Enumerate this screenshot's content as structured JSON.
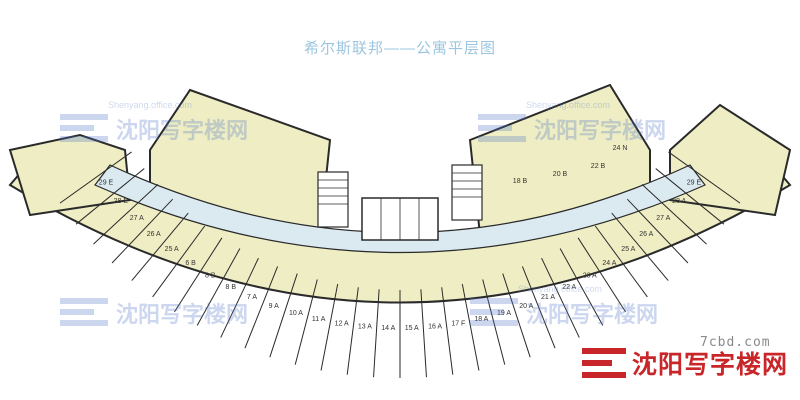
{
  "title": "希尔斯联邦——公寓平层图",
  "watermarks": {
    "text": "沈阳写字楼网",
    "url": "Shenyang.office.com"
  },
  "brand": {
    "domain": "7cbd.com",
    "name": "沈阳写字楼网",
    "color": "#c9262a"
  },
  "colors": {
    "unit_fill": "#eeedc4",
    "corridor": "#dbeaf1",
    "wall": "#2a2a2a",
    "core": "#ffffff"
  },
  "units": [
    {
      "label": "29 E"
    },
    {
      "label": "28 E"
    },
    {
      "label": "27 A"
    },
    {
      "label": "26 A"
    },
    {
      "label": "25 A"
    },
    {
      "label": "6 B"
    },
    {
      "label": "8 B"
    },
    {
      "label": "8 B"
    },
    {
      "label": "7 A"
    },
    {
      "label": "9 A"
    },
    {
      "label": "10 A"
    },
    {
      "label": "11 A"
    },
    {
      "label": "12 A"
    },
    {
      "label": "13 A"
    },
    {
      "label": "14 A"
    },
    {
      "label": "15 A"
    },
    {
      "label": "16 A"
    },
    {
      "label": "17 F"
    },
    {
      "label": "18 A"
    },
    {
      "label": "19 A"
    },
    {
      "label": "20 A"
    },
    {
      "label": "21 A"
    },
    {
      "label": "22 A"
    },
    {
      "label": "23 A"
    },
    {
      "label": "24 A"
    },
    {
      "label": "25 A"
    },
    {
      "label": "26 A"
    },
    {
      "label": "27 A"
    },
    {
      "label": "28 A"
    },
    {
      "label": "29 E"
    },
    {
      "label": "18 B"
    },
    {
      "label": "20 B"
    },
    {
      "label": "22 B"
    },
    {
      "label": "24 N"
    }
  ]
}
